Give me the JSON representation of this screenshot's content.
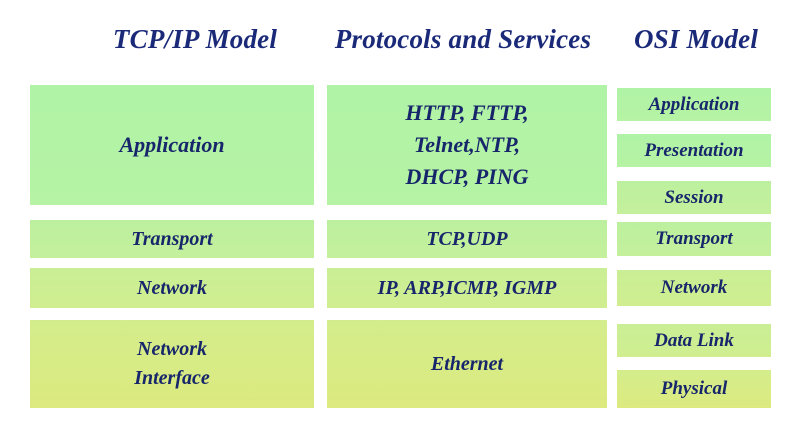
{
  "diagram": {
    "title": "TCP/IP Model, Protocols and Services, OSI Model",
    "colors": {
      "text_navy": "#17266b",
      "header_navy": "#1b2a78",
      "tier1_green": "#b0f3a6",
      "tier2_green": "#bcf09f",
      "tier3_green": "#caee95",
      "tier4_green": "#d4ed8c",
      "background": "#ffffff"
    },
    "headers": {
      "tcpip": "TCP/IP Model",
      "protocols": "Protocols and Services",
      "osi": "OSI Model"
    },
    "tcpip_layers": [
      {
        "label": "Application"
      },
      {
        "label": "Transport"
      },
      {
        "label": "Network"
      },
      {
        "label_line1": "Network",
        "label_line2": "Interface"
      }
    ],
    "protocols": [
      {
        "line1": "HTTP, FTTP,",
        "line2": "Telnet,NTP,",
        "line3": "DHCP, PING"
      },
      {
        "label": "TCP,UDP"
      },
      {
        "label": "IP, ARP,ICMP, IGMP"
      },
      {
        "label": "Ethernet"
      }
    ],
    "osi_layers": [
      {
        "label": "Application"
      },
      {
        "label": "Presentation"
      },
      {
        "label": "Session"
      },
      {
        "label": "Transport"
      },
      {
        "label": "Network"
      },
      {
        "label": "Data Link"
      },
      {
        "label": "Physical"
      }
    ]
  }
}
